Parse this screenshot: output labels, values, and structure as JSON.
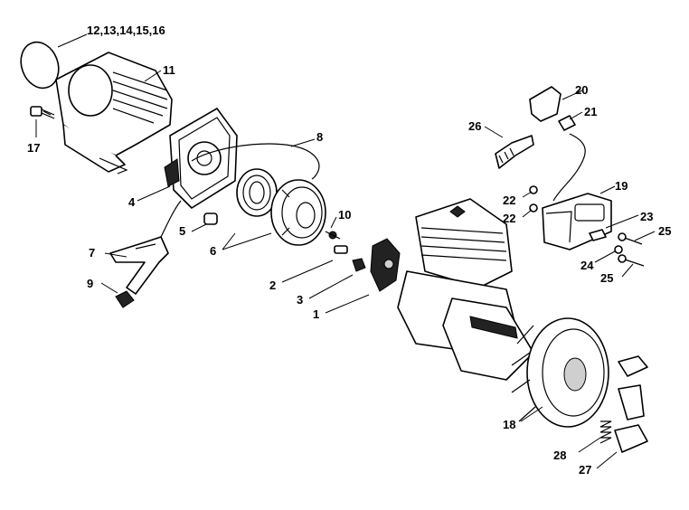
{
  "diagram": {
    "callouts": [
      {
        "id": "c12",
        "text": "12,13,14,15,16"
      },
      {
        "id": "c11",
        "text": "11"
      },
      {
        "id": "c17",
        "text": "17"
      },
      {
        "id": "c8",
        "text": "8"
      },
      {
        "id": "c4",
        "text": "4"
      },
      {
        "id": "c5",
        "text": "5"
      },
      {
        "id": "c6",
        "text": "6"
      },
      {
        "id": "c7",
        "text": "7"
      },
      {
        "id": "c9",
        "text": "9"
      },
      {
        "id": "c10",
        "text": "10"
      },
      {
        "id": "c2",
        "text": "2"
      },
      {
        "id": "c3",
        "text": "3"
      },
      {
        "id": "c1",
        "text": "1"
      },
      {
        "id": "c20",
        "text": "20"
      },
      {
        "id": "c21",
        "text": "21"
      },
      {
        "id": "c26",
        "text": "26"
      },
      {
        "id": "c19",
        "text": "19"
      },
      {
        "id": "c22a",
        "text": "22"
      },
      {
        "id": "c22b",
        "text": "22"
      },
      {
        "id": "c23",
        "text": "23"
      },
      {
        "id": "c25a",
        "text": "25"
      },
      {
        "id": "c24",
        "text": "24"
      },
      {
        "id": "c25b",
        "text": "25"
      },
      {
        "id": "c18",
        "text": "18"
      },
      {
        "id": "c28",
        "text": "28"
      },
      {
        "id": "c27",
        "text": "27"
      }
    ]
  }
}
